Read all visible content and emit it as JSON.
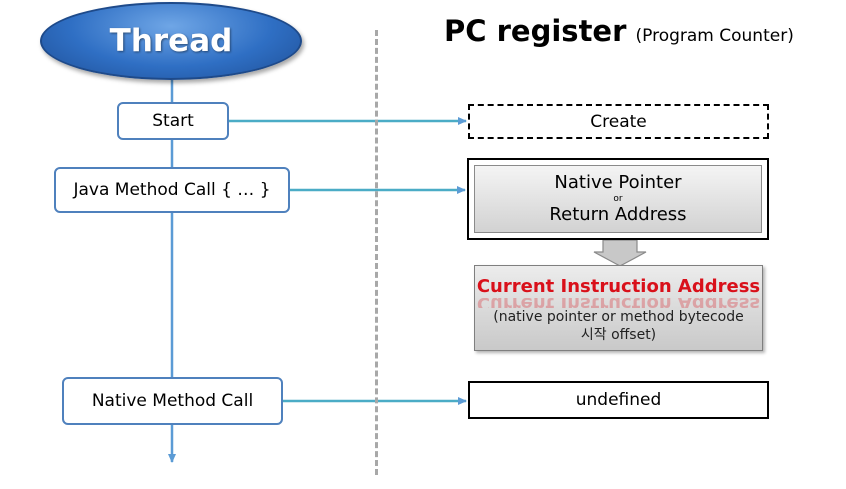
{
  "thread": {
    "title": "Thread"
  },
  "pc_register": {
    "title": "PC register",
    "subtitle": "(Program Counter)"
  },
  "thread_steps": {
    "start": "Start",
    "java_call": "Java Method Call { … }",
    "native_call": "Native Method Call"
  },
  "register_states": {
    "create": "Create",
    "native_pointer": "Native Pointer",
    "or": "or",
    "return_address": "Return Address",
    "current_instruction": "Current Instruction Address",
    "current_instruction_desc_1": "(native pointer or method bytecode",
    "current_instruction_desc_2": "시작 offset)",
    "undefined": "undefined"
  },
  "colors": {
    "thread_fill": "#2f6fc4",
    "connector": "#4bacc6",
    "box_border": "#4f81bd",
    "highlight_text": "#d9101a"
  }
}
